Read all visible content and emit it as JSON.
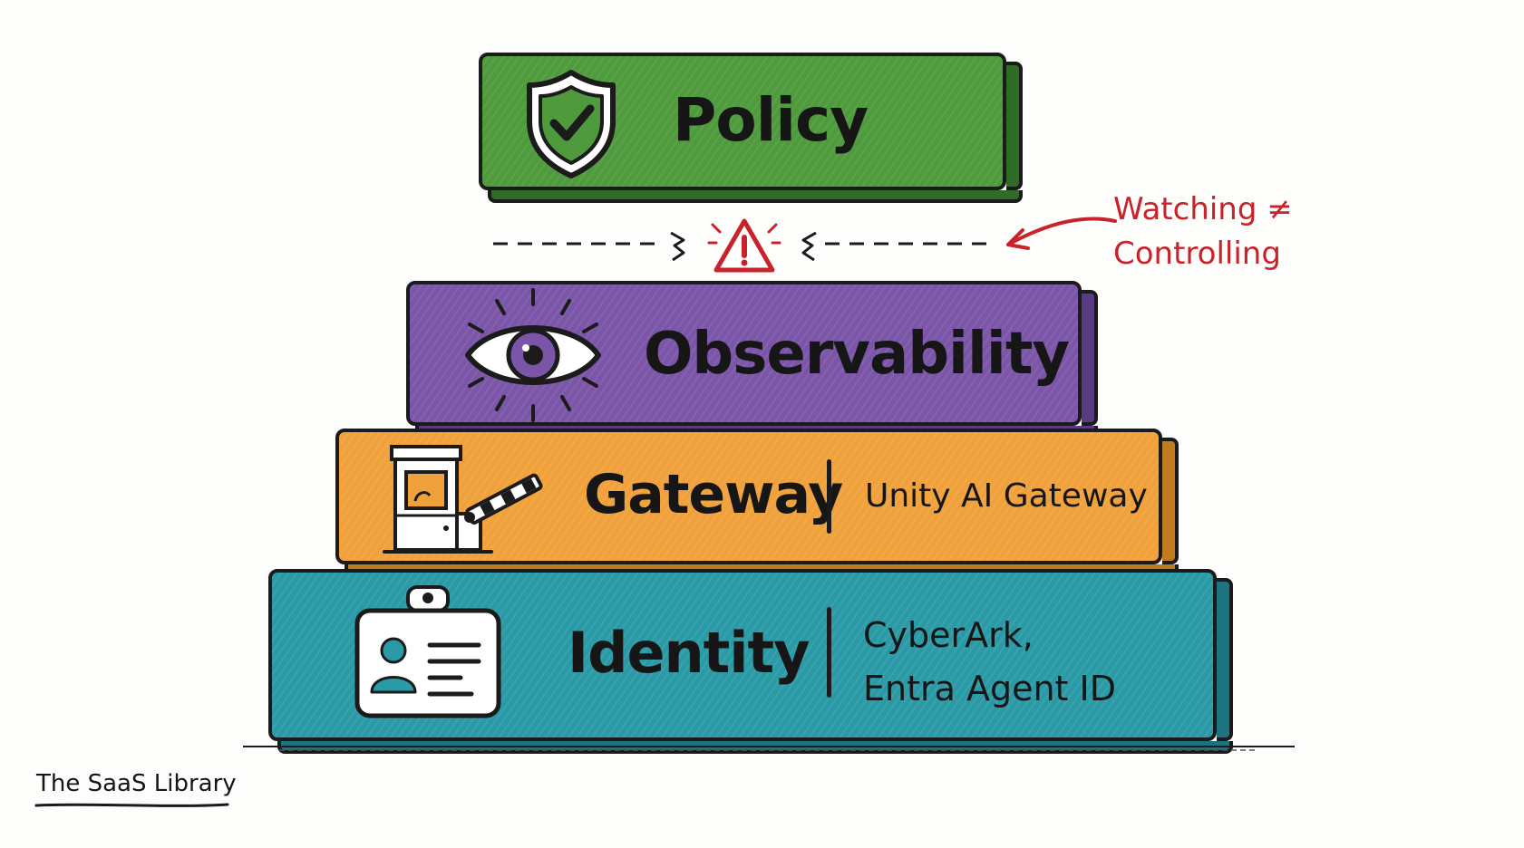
{
  "layers": {
    "policy": {
      "title": "Policy",
      "icon": "shield-check-icon",
      "color": "#4e9a3c"
    },
    "observability": {
      "title": "Observability",
      "icon": "eye-icon",
      "color": "#7b55a7"
    },
    "gateway": {
      "title": "Gateway",
      "subtitle": "Unity AI Gateway",
      "icon": "toll-gate-icon",
      "color": "#f0a13b"
    },
    "identity": {
      "title": "Identity",
      "subtitle_line1": "CyberArk,",
      "subtitle_line2": "Entra Agent ID",
      "icon": "id-badge-icon",
      "color": "#2b9aa7"
    }
  },
  "gap": {
    "icon": "warning-icon",
    "color": "#c8232b"
  },
  "annotation": {
    "line1": "Watching ≠",
    "line2": "Controlling",
    "color": "#c8232b"
  },
  "brand": {
    "text": "The SaaS Library"
  }
}
